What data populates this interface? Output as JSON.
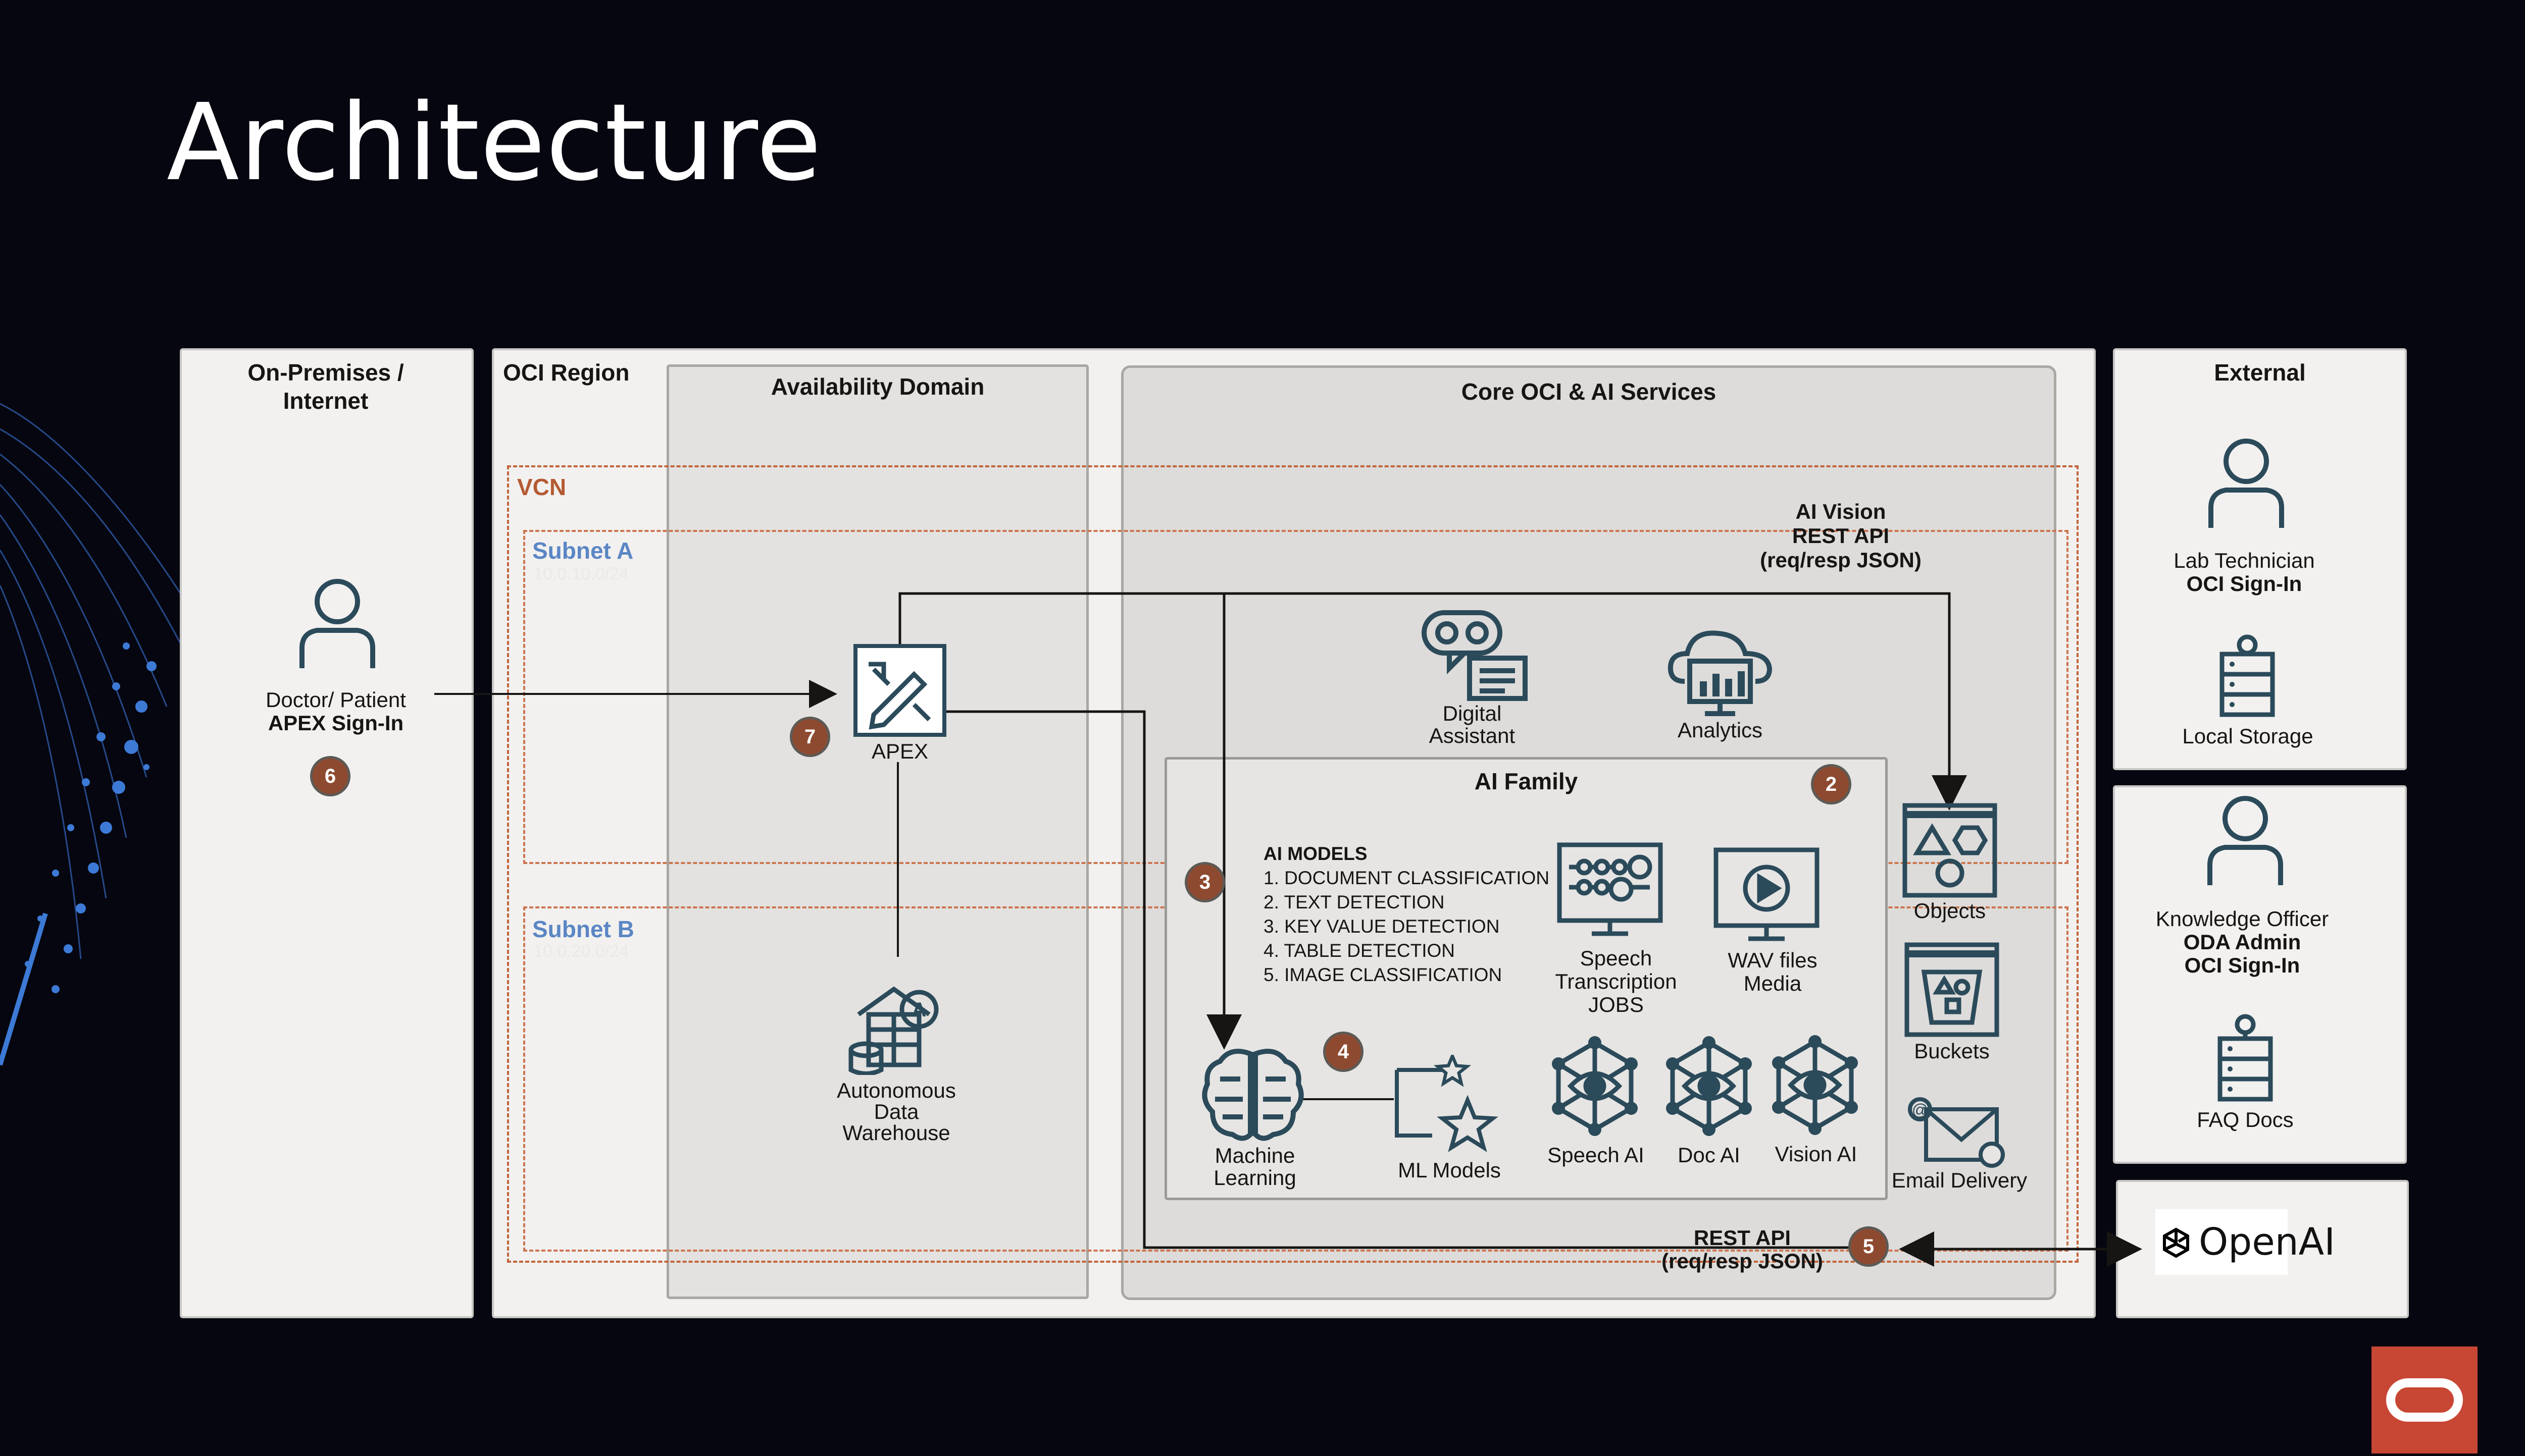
{
  "slide": {
    "title": "Architecture"
  },
  "panels": {
    "onprem": "On-Premises / Internet",
    "oci_region": "OCI Region",
    "availability_domain": "Availability Domain",
    "core_services": "Core OCI & AI Services",
    "external": "External",
    "ai_family": "AI Family"
  },
  "network": {
    "vcn": "VCN",
    "subnet_a": "Subnet A",
    "subnet_a_cidr": "10.0.10.0/24",
    "subnet_b": "Subnet B",
    "subnet_b_cidr": "10.0.20.0/24"
  },
  "actors": {
    "doctor": {
      "line1": "Doctor/ Patient",
      "line2": "APEX Sign-In"
    },
    "lab_tech": {
      "line1": "Lab Technician",
      "line2": "OCI Sign-In"
    },
    "knowledge_officer": {
      "line1": "Knowledge Officer",
      "line2": "ODA Admin",
      "line3": "OCI Sign-In"
    }
  },
  "components": {
    "apex": "APEX",
    "adw": {
      "l1": "Autonomous",
      "l2": "Data",
      "l3": "Warehouse"
    },
    "digital_assistant": {
      "l1": "Digital",
      "l2": "Assistant"
    },
    "analytics": "Analytics",
    "speech_jobs": {
      "l1": "Speech",
      "l2": "Transcription",
      "l3": "JOBS"
    },
    "wav_files": {
      "l1": "WAV files",
      "l2": "Media"
    },
    "machine_learning": {
      "l1": "Machine",
      "l2": "Learning"
    },
    "ml_models": "ML Models",
    "speech_ai": "Speech AI",
    "doc_ai": "Doc AI",
    "vision_ai": "Vision AI",
    "objects": "Objects",
    "buckets": "Buckets",
    "email_delivery": "Email Delivery",
    "local_storage": "Local Storage",
    "faq_docs": "FAQ Docs",
    "openai": "OpenAI"
  },
  "ai_models": {
    "heading": "AI MODELS",
    "items": [
      "1.  DOCUMENT CLASSIFICATION",
      "2. TEXT DETECTION",
      "3. KEY VALUE DETECTION",
      "4. TABLE DETECTION",
      "5. IMAGE CLASSIFICATION"
    ]
  },
  "annotations": {
    "ai_vision": {
      "l1": "AI Vision",
      "l2": "REST API",
      "l3": "(req/resp JSON)"
    },
    "rest_api": {
      "l1": "REST API",
      "l2": "(req/resp JSON)"
    }
  },
  "badges": [
    "2",
    "3",
    "4",
    "5",
    "6",
    "7"
  ],
  "colors": {
    "background": "#05060f",
    "badge": "#8e4a30",
    "vcn_dash": "#c2643a",
    "subnet_label": "#5b86c4",
    "oracle_red": "#c74634",
    "icon_stroke": "#2b4a5a"
  }
}
